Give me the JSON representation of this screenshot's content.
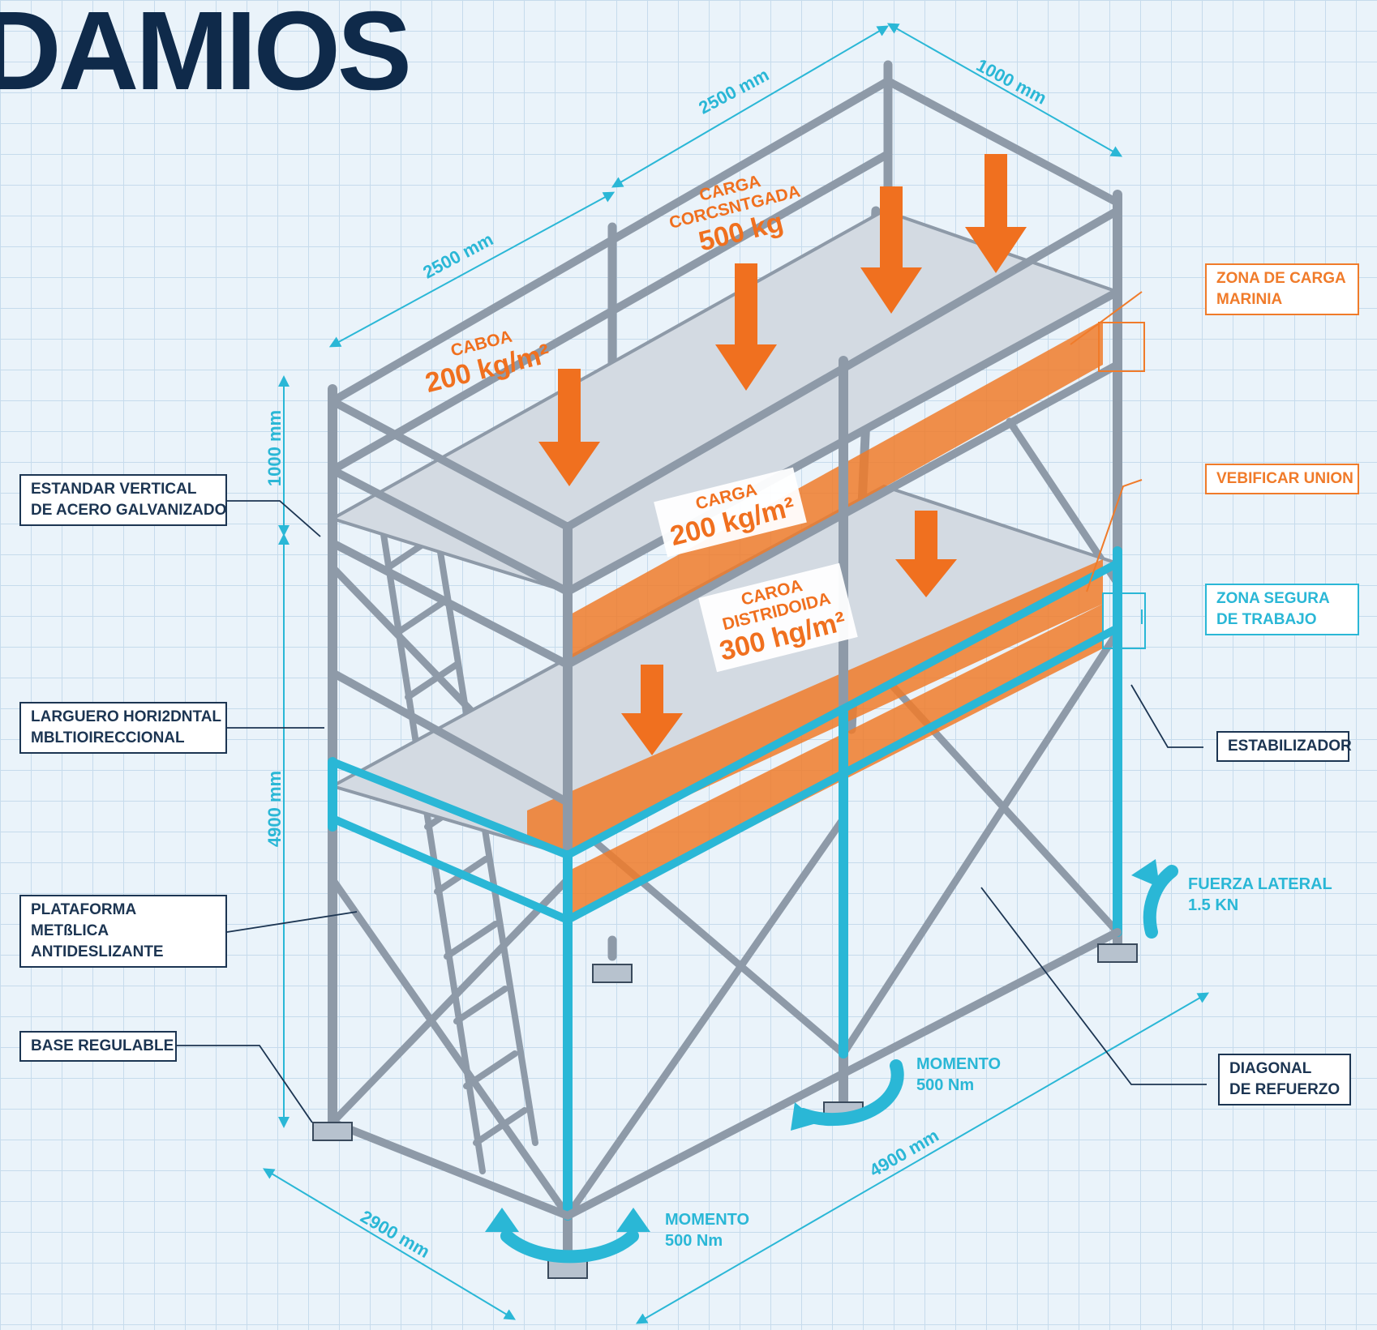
{
  "title": "DAMIOS",
  "colors": {
    "steel": "#8e9aa8",
    "steel_dark": "#3a4a5c",
    "accent_cyan": "#2ab7d6",
    "accent_orange": "#f07b2a",
    "text_dark": "#1c3552"
  },
  "callouts": {
    "left": [
      {
        "lines": [
          "ESTANDAR VERTICAL",
          "DE ACERO GALVANIZADO"
        ]
      },
      {
        "lines": [
          "LARGUERO HORI2DNTAL",
          "MBLTIOIRECCIONAL"
        ]
      },
      {
        "lines": [
          "PLATAFORMA",
          "METßLICA",
          "ANTIDESLIZANTE"
        ]
      },
      {
        "lines": [
          "BASE REGULABLE"
        ]
      }
    ],
    "right": [
      {
        "lines": [
          "ZONA DE CARGA",
          "MARINIA"
        ]
      },
      {
        "lines": [
          "VEBIFICAR UNION"
        ]
      },
      {
        "lines": [
          "ZONA SEGURA",
          "DE TRABAJO"
        ]
      },
      {
        "lines": [
          "ESTABILIZADOR"
        ]
      },
      {
        "lines": [
          "DIAGONAL",
          "DE REFUERZO"
        ]
      }
    ]
  },
  "loads": {
    "concentrated": [
      "CARGA",
      "CORCSNTGADA",
      "500 kg"
    ],
    "upper_left": [
      "CABOA",
      "200 kg/m²"
    ],
    "middle": [
      "CARGA",
      "200 kg/m²"
    ],
    "distributed": [
      "CAROA",
      "DISTRIDOIDA",
      "300 hg/m²"
    ]
  },
  "dimensions": {
    "top_length": "2500 mm",
    "top_width": "1000 mm",
    "upper_length": "2500 mm",
    "rail_height": "1000 mm",
    "total_height": "4900 mm",
    "base_width": "2900 mm",
    "base_length": "4900 mm"
  },
  "forces": {
    "lateral": [
      "FUERZA LATERAL",
      "1.5 KN"
    ],
    "moment_right": [
      "MOMENTO",
      "500 Nm"
    ],
    "moment_bottom": [
      "MOMENTO",
      "500 Nm"
    ]
  },
  "icons": [
    "load-arrow-icon",
    "moment-arrow-icon",
    "lateral-force-arrow-icon"
  ]
}
